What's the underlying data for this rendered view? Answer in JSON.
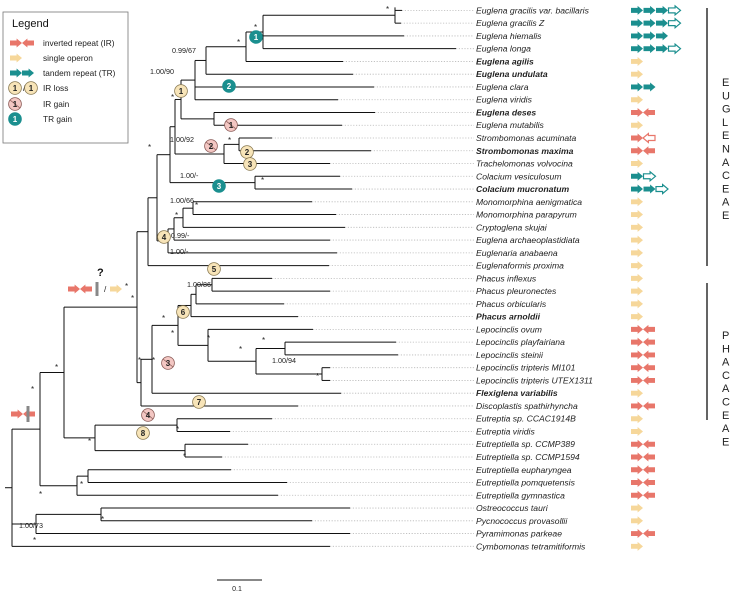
{
  "legend": {
    "title": "Legend",
    "items": [
      {
        "kind": "ir",
        "label": "inverted repeat (IR)"
      },
      {
        "kind": "single",
        "label": "single operon"
      },
      {
        "kind": "tr",
        "label": "tandem repeat (TR)"
      },
      {
        "kind": "irloss",
        "label": "IR loss"
      },
      {
        "kind": "irgain",
        "label": "IR gain"
      },
      {
        "kind": "trgain",
        "label": "TR gain"
      }
    ],
    "loss_badge_label": "1",
    "slash": "/"
  },
  "colors": {
    "ir": "#e8766a",
    "single": "#f6d79a",
    "tr": "#1b8f8f",
    "loss_fill": "#f7e4b8",
    "gain_ir_fill": "#f3c7c3",
    "trgain_fill": "#1b8f8f",
    "branch": "#111111",
    "leader": "#b9b9b9"
  },
  "taxa": [
    {
      "name": "Euglena gracilis var. bacillaris",
      "bold": false,
      "operon": "TR4open"
    },
    {
      "name": "Euglena gracilis Z",
      "bold": false,
      "operon": "TR4open"
    },
    {
      "name": "Euglena hiemalis",
      "bold": false,
      "operon": "TR3"
    },
    {
      "name": "Euglena longa",
      "bold": false,
      "operon": "TR4open"
    },
    {
      "name": "Euglena agilis",
      "bold": true,
      "operon": "S"
    },
    {
      "name": "Euglena undulata",
      "bold": true,
      "operon": "S"
    },
    {
      "name": "Euglena clara",
      "bold": false,
      "operon": "TR2"
    },
    {
      "name": "Euglena viridis",
      "bold": false,
      "operon": "S"
    },
    {
      "name": "Euglena deses",
      "bold": true,
      "operon": "IR"
    },
    {
      "name": "Euglena mutabilis",
      "bold": false,
      "operon": "S"
    },
    {
      "name": "Strombomonas acuminata",
      "bold": false,
      "operon": "IRopen"
    },
    {
      "name": "Strombomonas maxima",
      "bold": true,
      "operon": "IR"
    },
    {
      "name": "Trachelomonas volvocina",
      "bold": false,
      "operon": "S"
    },
    {
      "name": "Colacium vesiculosum",
      "bold": false,
      "operon": "TR2open"
    },
    {
      "name": "Colacium mucronatum",
      "bold": true,
      "operon": "TR3open"
    },
    {
      "name": "Monomorphina aenigmatica",
      "bold": false,
      "operon": "S"
    },
    {
      "name": "Monomorphina parapyrum",
      "bold": false,
      "operon": "S"
    },
    {
      "name": "Cryptoglena skujai",
      "bold": false,
      "operon": "S"
    },
    {
      "name": "Euglena archaeoplastidiata",
      "bold": false,
      "operon": "S"
    },
    {
      "name": "Euglenaria anabaena",
      "bold": false,
      "operon": "S"
    },
    {
      "name": "Euglenaformis proxima",
      "bold": false,
      "operon": "S"
    },
    {
      "name": "Phacus inflexus",
      "bold": false,
      "operon": "S"
    },
    {
      "name": "Phacus pleuronectes",
      "bold": false,
      "operon": "S"
    },
    {
      "name": "Phacus orbicularis",
      "bold": false,
      "operon": "S"
    },
    {
      "name": "Phacus arnoldii",
      "bold": true,
      "operon": "S"
    },
    {
      "name": "Lepocinclis ovum",
      "bold": false,
      "operon": "IR"
    },
    {
      "name": "Lepocinclis playfairiana",
      "bold": false,
      "operon": "IR"
    },
    {
      "name": "Lepocinclis steinii",
      "bold": false,
      "operon": "IR"
    },
    {
      "name": "Lepocinclis tripteris MI101",
      "bold": false,
      "operon": "IR"
    },
    {
      "name": "Lepocinclis tripteris UTEX1311",
      "bold": false,
      "operon": "IR"
    },
    {
      "name": "Flexiglena variabilis",
      "bold": true,
      "operon": "S"
    },
    {
      "name": "Discoplastis spathirhyncha",
      "bold": false,
      "operon": "IR"
    },
    {
      "name": "Eutreptia sp. CCAC1914B",
      "bold": false,
      "operon": "S"
    },
    {
      "name": "Eutreptia viridis",
      "bold": false,
      "operon": "S"
    },
    {
      "name": "Eutreptiella sp. CCMP389",
      "bold": false,
      "operon": "IR"
    },
    {
      "name": "Eutreptiella sp. CCMP1594",
      "bold": false,
      "operon": "IR"
    },
    {
      "name": "Eutreptiella eupharyngea",
      "bold": false,
      "operon": "IR"
    },
    {
      "name": "Eutreptiella pomquetensis",
      "bold": false,
      "operon": "IR"
    },
    {
      "name": "Eutreptiella gymnastica",
      "bold": false,
      "operon": "IR"
    },
    {
      "name": "Ostreococcus tauri",
      "bold": false,
      "operon": "S"
    },
    {
      "name": "Pycnococcus provasollii",
      "bold": false,
      "operon": "S"
    },
    {
      "name": "Pyramimonas parkeae",
      "bold": false,
      "operon": "IR"
    },
    {
      "name": "Cymbomonas tetramitiformis",
      "bold": false,
      "operon": "S"
    }
  ],
  "families": [
    {
      "name": "Euglenaceae",
      "letters": [
        "E",
        "U",
        "G",
        "L",
        "E",
        "N",
        "A",
        "C",
        "E",
        "A",
        "E"
      ]
    },
    {
      "name": "Phacaceae",
      "letters": [
        "P",
        "H",
        "A",
        "C",
        "A",
        "C",
        "E",
        "A",
        "E"
      ]
    }
  ],
  "support_labels": [
    "0.99/67",
    "1.00/90",
    "1.00/92",
    "1.00/-",
    "1.00/66",
    "0.99/-",
    "1.00/-",
    "1.00/86",
    "1.00/94",
    "1.00/73"
  ],
  "star": "*",
  "events": [
    {
      "type": "trgain",
      "label": "1"
    },
    {
      "type": "trgain",
      "label": "2"
    },
    {
      "type": "trgain",
      "label": "3"
    },
    {
      "type": "irloss",
      "label": "1"
    },
    {
      "type": "irloss",
      "label": "2"
    },
    {
      "type": "irloss",
      "label": "3"
    },
    {
      "type": "irloss",
      "label": "4"
    },
    {
      "type": "irloss",
      "label": "5"
    },
    {
      "type": "irloss",
      "label": "6"
    },
    {
      "type": "irloss",
      "label": "7"
    },
    {
      "type": "irloss",
      "label": "8"
    },
    {
      "type": "irgain",
      "label": "1"
    },
    {
      "type": "irgain",
      "label": "2"
    },
    {
      "type": "irgain",
      "label": "3"
    },
    {
      "type": "irgain",
      "label": "4"
    }
  ],
  "ancestral_marker": {
    "question": "?",
    "slash": "/"
  },
  "scale": {
    "label": "0.1"
  }
}
